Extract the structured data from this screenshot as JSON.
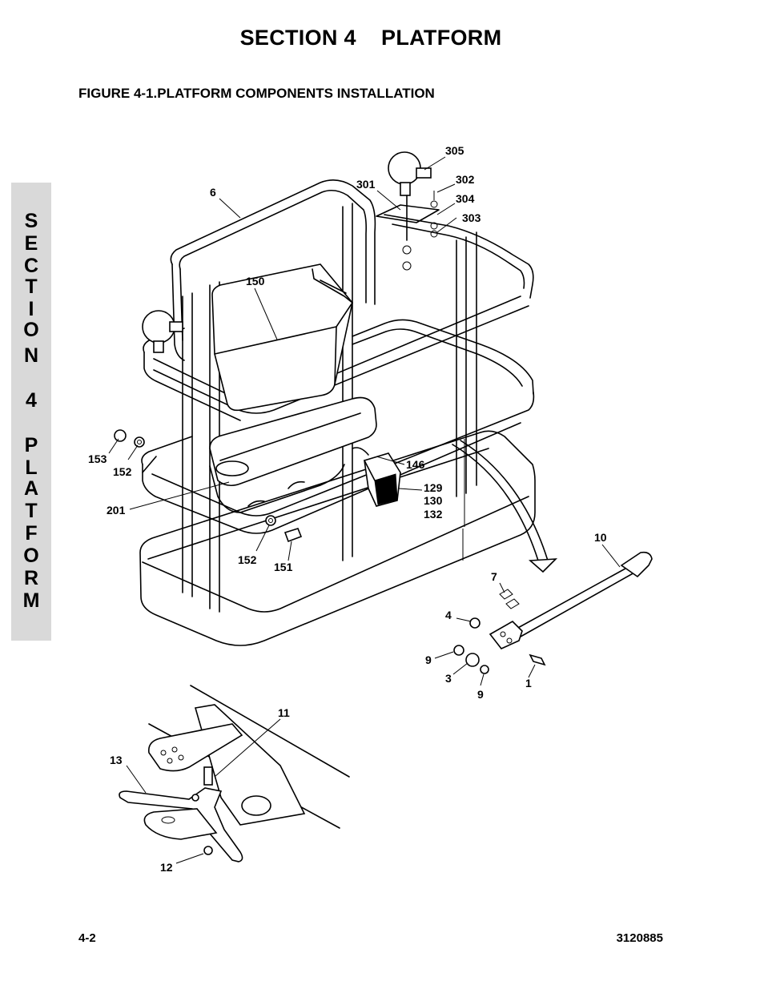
{
  "header": {
    "section_title": "SECTION 4    PLATFORM",
    "figure_title": "FIGURE 4-1.PLATFORM COMPONENTS INSTALLATION"
  },
  "side_tab": {
    "letters": [
      "S",
      "E",
      "C",
      "T",
      "I",
      "O",
      "N",
      "",
      "4",
      "",
      "P",
      "L",
      "A",
      "T",
      "F",
      "O",
      "R",
      "M"
    ]
  },
  "callouts": {
    "c305": "305",
    "c302": "302",
    "c304": "304",
    "c303": "303",
    "c301": "301",
    "c6": "6",
    "c150": "150",
    "c153": "153",
    "c152a": "152",
    "c201": "201",
    "c146": "146",
    "c129": "129",
    "c130": "130",
    "c132": "132",
    "c152b": "152",
    "c151": "151",
    "c10": "10",
    "c7": "7",
    "c4": "4",
    "c9a": "9",
    "c3": "3",
    "c9b": "9",
    "c1": "1",
    "c11": "11",
    "c13": "13",
    "c12": "12"
  },
  "footer": {
    "page_number": "4-2",
    "document_number": "3120885"
  }
}
